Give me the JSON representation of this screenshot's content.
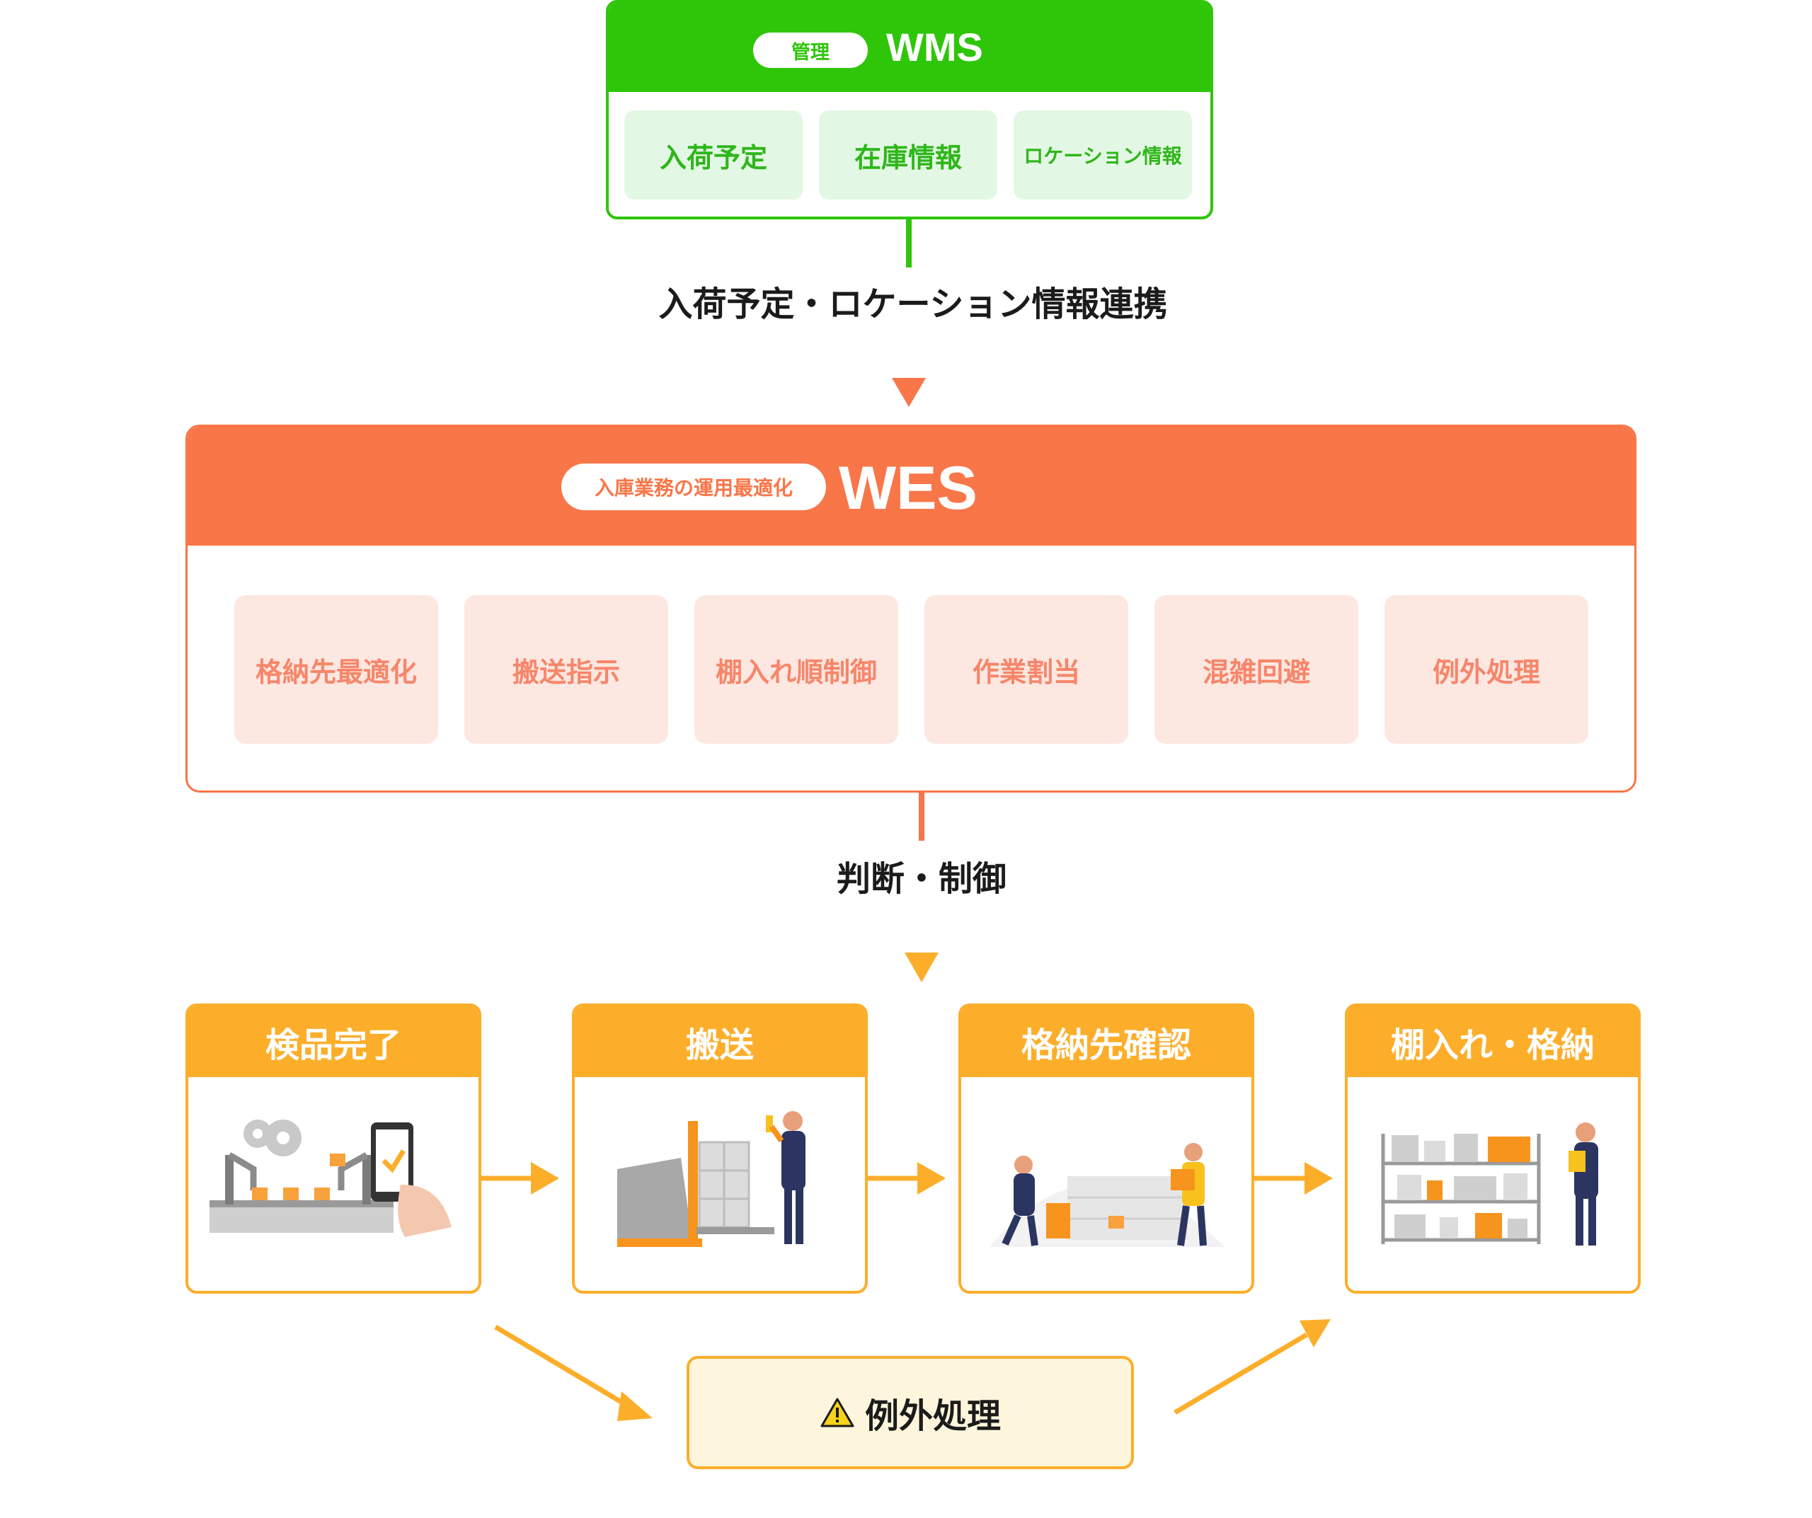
{
  "wms": {
    "badge": "管理",
    "title": "WMS",
    "items": [
      "入荷予定",
      "在庫情報",
      "ロケーション情報"
    ]
  },
  "link_label": "入荷予定・ロケーション情報連携",
  "wes": {
    "badge": "入庫業務の運用最適化",
    "title": "WES",
    "items": [
      "格納先最適化",
      "搬送指示",
      "棚入れ順制御",
      "作業割当",
      "混雑回避",
      "例外処理"
    ]
  },
  "control_label": "判断・制御",
  "steps": [
    "検品完了",
    "搬送",
    "格納先確認",
    "棚入れ・格納"
  ],
  "exception": {
    "icon": "warning-icon",
    "label": "例外処理"
  },
  "colors": {
    "wms_green": "#2fc60a",
    "wes_orange": "#f97648",
    "step_amber": "#fcae2a"
  }
}
